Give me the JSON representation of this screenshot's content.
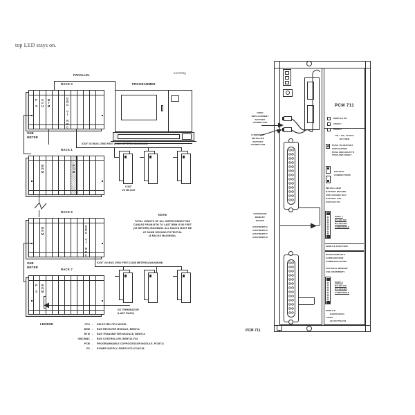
{
  "page": {
    "top_text": "top LED stays on.",
    "figure_id": "a42786g"
  },
  "left_diagram": {
    "labels": {
      "parallel": "PARALLEL",
      "programmer": "PROGRAMMER",
      "rack0": "RACK 0",
      "rack1": "RACK 1",
      "rack6": "RACK 6",
      "rack7": "RACK 7",
      "one_meter": "ONE\nMETER",
      "io_bus": "IC66° I/O BUS (7500 FEET (2285 METERS) MAXIMUM)",
      "io_block": "IC66°\nI/O BLOCK",
      "io_terminator": "I/O TERMINATOR\n(LAST RACK)"
    },
    "rack0_modules": [
      "P S",
      "CPU",
      "BTM",
      "GBC or NBC"
    ],
    "rack1_modules": [
      "BRM",
      "PCM"
    ],
    "rack6_modules": [
      "BRM",
      "GBC or NBC"
    ],
    "rack7_modules": [
      "P S",
      "BRM"
    ],
    "note": {
      "title": "NOTE",
      "body": "TOTAL LENGTH OF ALL INTERCONNECTING\nCABLES FROM BTM TO LAST BRM IS 50 FEET\n(15 METERS) MAXIMUM. ALL RACKS MUST BE\nAT SAME GROUND POTENTIAL\n(8 RACKS MAXIMUM)."
    },
    "legend": {
      "title": "LEGEND",
      "entries": [
        {
          "abbr": "CPU",
          "sep": "-",
          "desc": "SELECTED CPU MODEL"
        },
        {
          "abbr": "BRM",
          "sep": "-",
          "desc": "BUS RECEIVER MODULE, BEM711"
        },
        {
          "abbr": "BTM",
          "sep": "-",
          "desc": "BUS TRANSMITTER MODULE, BEM713"
        },
        {
          "abbr": "GBC/NBC",
          "sep": "-",
          "desc": "BUS CONTROLLER, BEM731/734"
        },
        {
          "abbr": "PCM",
          "sep": "-",
          "desc": "PROGRAMMABLE COPROCESSOR MODULE, PCM711"
        },
        {
          "abbr": "PS",
          "sep": "-",
          "desc": "POWER SUPPLY, PWR710/711/724/748"
        }
      ]
    }
  },
  "right_diagram": {
    "caption": "PCM 711",
    "callouts": {
      "open_replacement": "OPEN\nREPLACEMENT\nBATTERY\nCONNECTOR",
      "currently_installed": "CURRENTLY\nINSTALLED\nBATTERY\nCONNECTOR",
      "expansion_memory_title": "EXPANSION\nMEMORY\nBOARD",
      "expansion_memory_parts": [
        "IC697MEM713",
        "IC697MEM715",
        "IC697MEM717",
        "IC697MEM719"
      ]
    },
    "faceplate": {
      "title": "PCM 711",
      "leds": [
        "MODULE OK",
        "USER 1",
        "USER 2"
      ],
      "led_note": "ON = OK, ACTIVE\nOR USER",
      "restart": "PUSH TO RESTART\nAPPLICATION\nPUSH AND HOLD TO\nSTOP AND RESET",
      "battery_connections": "BATTERY\nCONNECTIONS",
      "battery_note": "INSTALL NEW\nBATTERY BEFORE\nUNPLUGGING OLD\nBATTERY USE\nIC697ACC701",
      "port1": "PORT 1\nRS-232 OR\nRS-422/485\nCOMPATIBLE",
      "module_function_title": "MODULE FUNCTION",
      "module_function_body": "PROGRAMMABLE\nCOPROCESSOR\nCOMMUNICATIONS",
      "optional_memory": "OPTIONAL MEMORY\nUSE IC697MEM71",
      "port2": "PORT 2\nRS-232 OR\nRS-422/485\nCOMPATIBLE",
      "module_label": "MODULE\n      IC697PCM711\nLABEL\n      44A726758-203"
    }
  },
  "colors": {
    "line": "#2a2a2a",
    "fill": "#ffffff",
    "shade": "#e8e8e8",
    "text": "#222222"
  }
}
